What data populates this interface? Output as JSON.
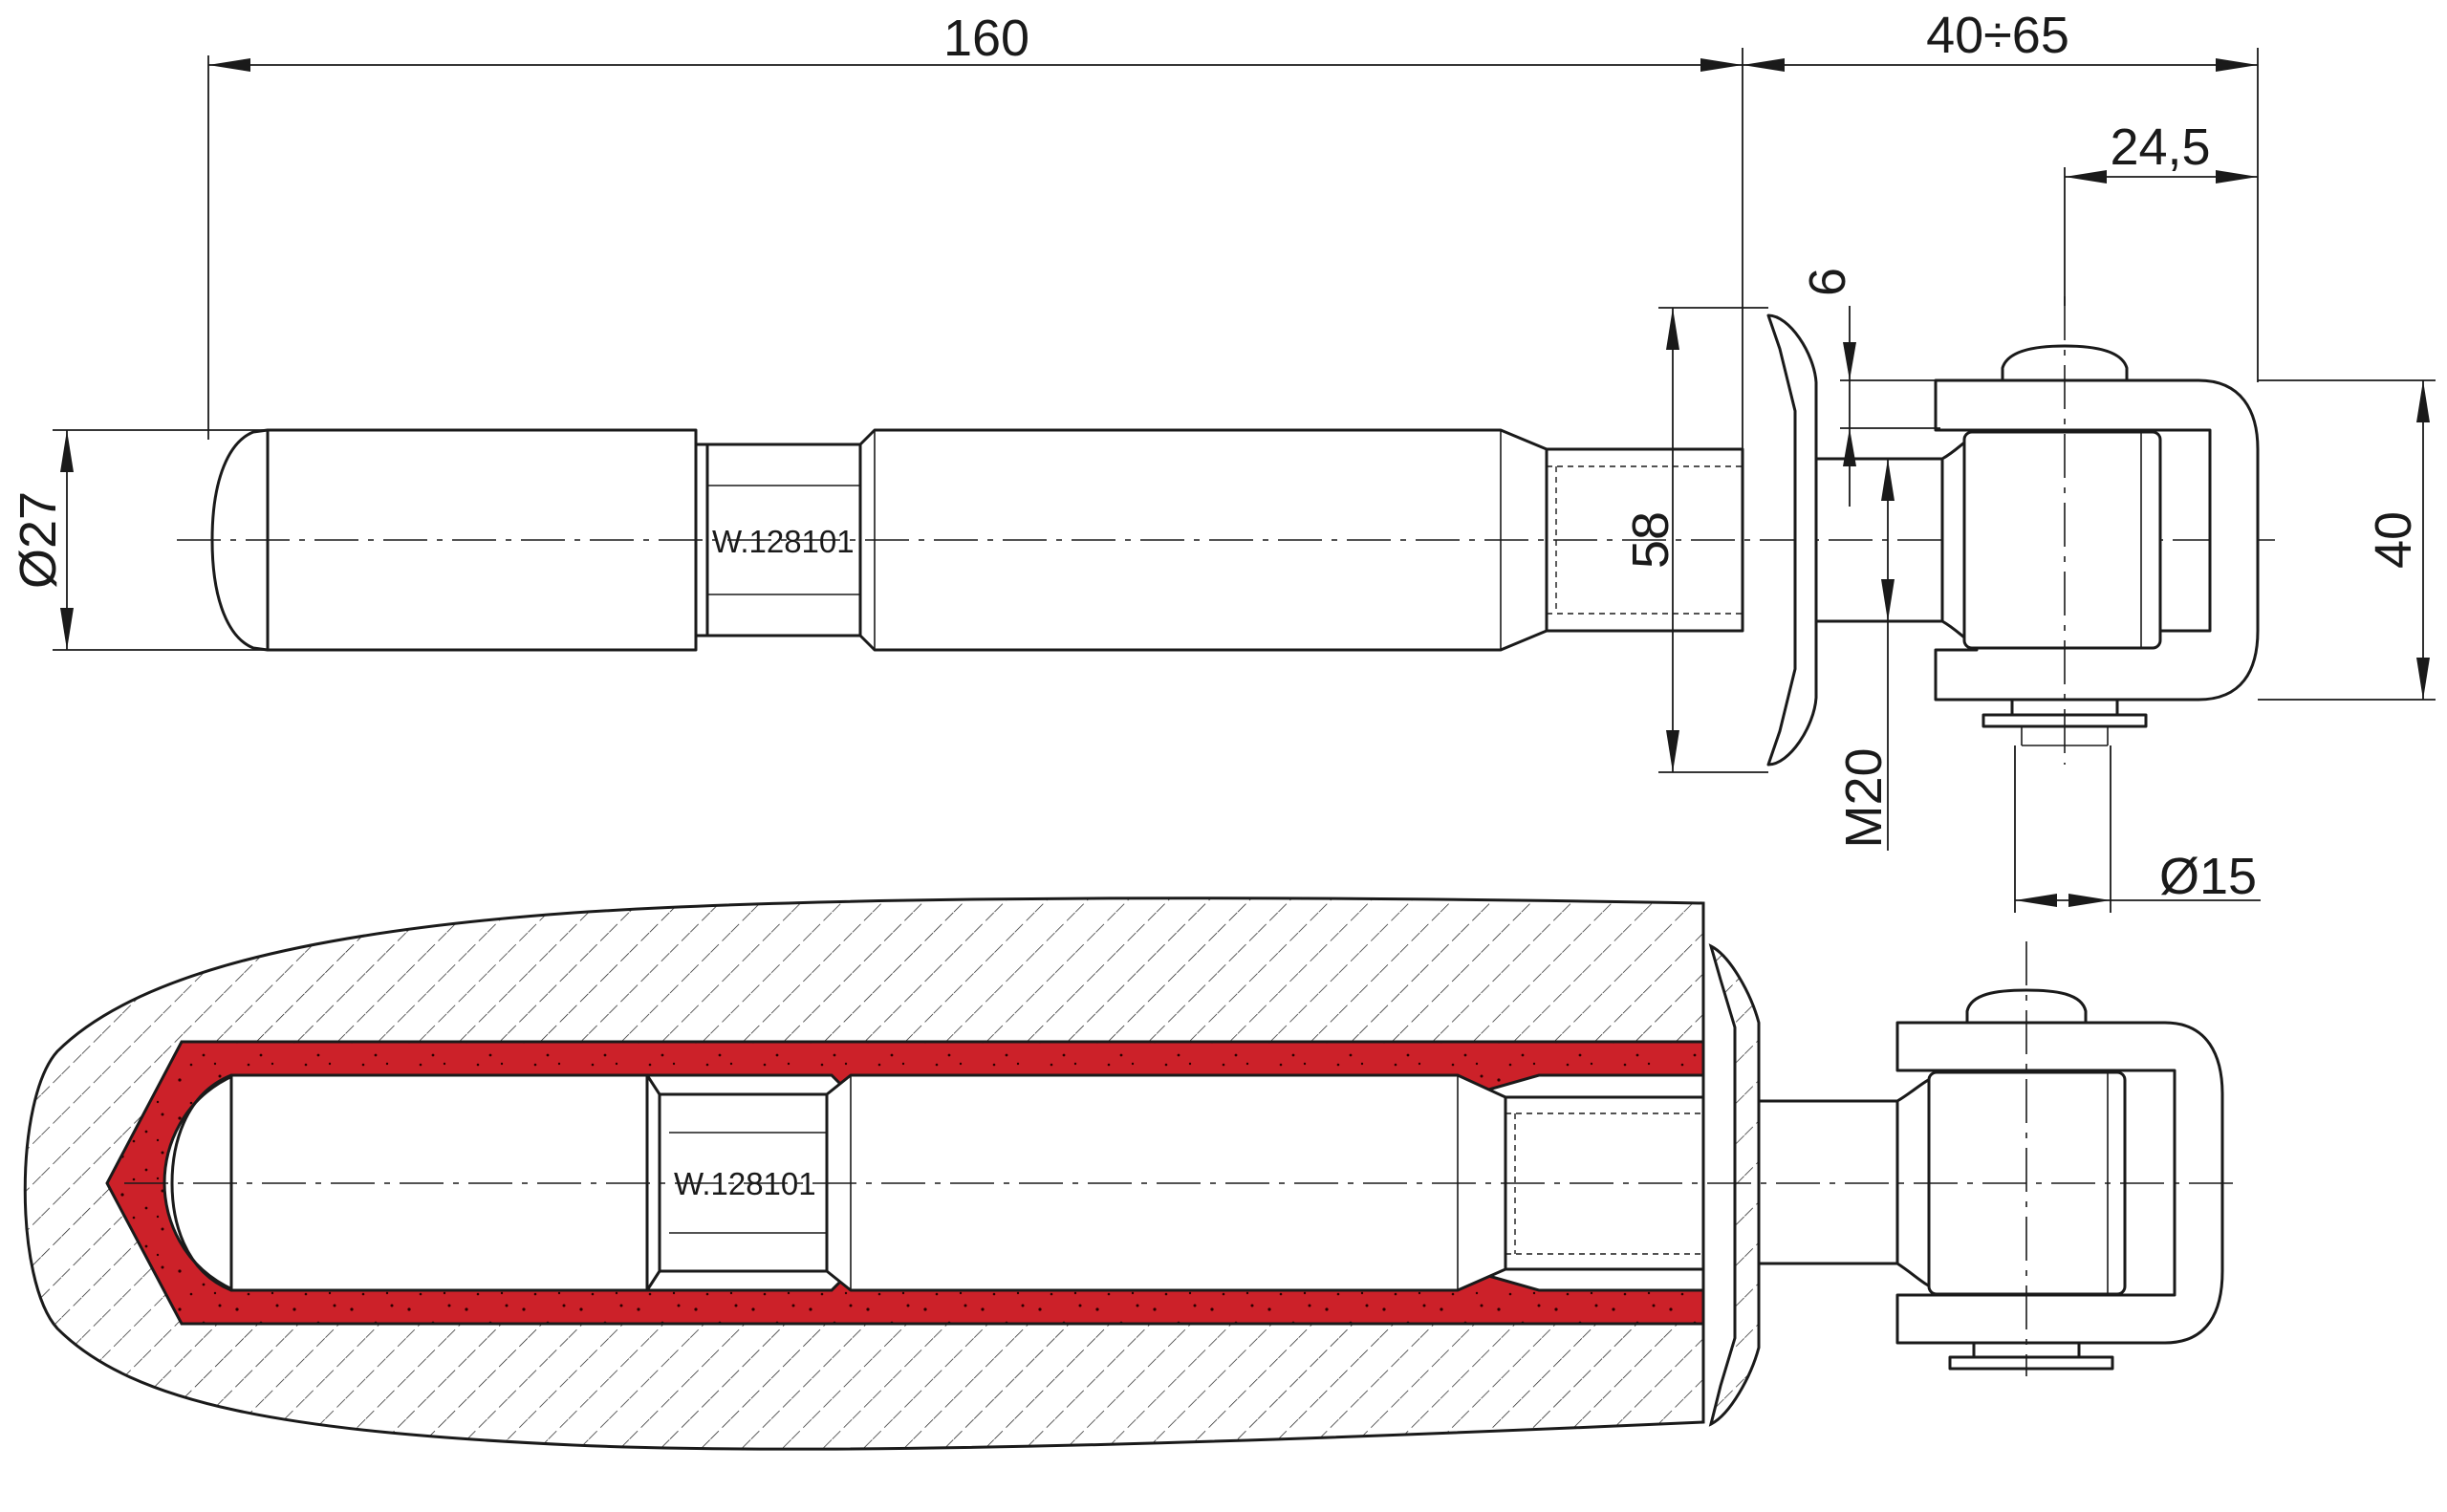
{
  "dimensions": {
    "overall_length": "160",
    "adjust_range": "40÷65",
    "eye_offset": "24,5",
    "washer_thickness": "6",
    "body_diameter": "Ø27",
    "washer_diameter": "58",
    "eye_height": "40",
    "thread": "M20",
    "pin_diameter": "Ø15"
  },
  "marking": {
    "top_view": "W.128101",
    "section_view": "W.128101"
  },
  "colors": {
    "line": "#1a1a1a",
    "anchor_fill": "#cc2129",
    "background": "#ffffff"
  }
}
